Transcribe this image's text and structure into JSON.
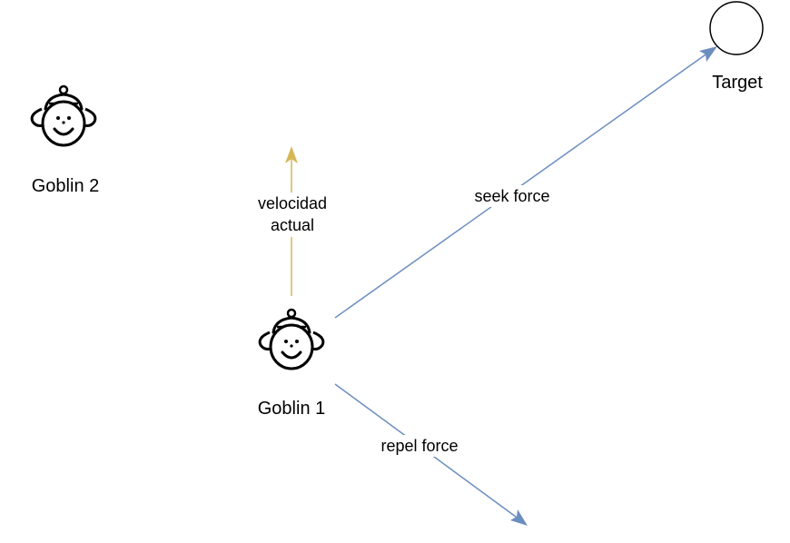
{
  "nodes": {
    "goblin1": {
      "label": "Goblin 1",
      "icon": "goblin-icon"
    },
    "goblin2": {
      "label": "Goblin 2",
      "icon": "goblin-icon"
    },
    "target": {
      "label": "Target",
      "icon": "circle-icon"
    }
  },
  "edges": {
    "velocity": {
      "label_line1": "velocidad",
      "label_line2": "actual",
      "color": "#d6b656"
    },
    "seek": {
      "label": "seek force",
      "color": "#6c8ebf"
    },
    "repel": {
      "label": "repel force",
      "color": "#6c8ebf"
    }
  }
}
